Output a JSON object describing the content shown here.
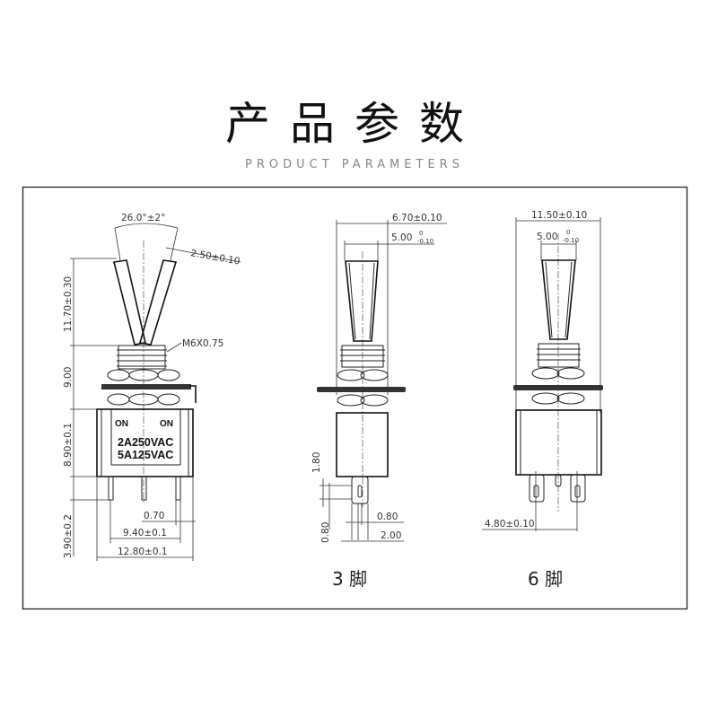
{
  "header": {
    "title": "产品参数",
    "subtitle": "PRODUCT PARAMETERS"
  },
  "side_view": {
    "angle": "26.0°±2°",
    "lever_width": "2.50±0.10",
    "thread": "M6X0.75",
    "lever_height": "11.70±0.30",
    "bushing_height": "9.00",
    "body_height": "8.90±0.1",
    "pin_length": "3.90±0.2",
    "pin_width": "0.70",
    "pin_spacing": "9.40±0.1",
    "body_width": "12.80±0.1",
    "marking_on_left": "ON",
    "marking_on_right": "ON",
    "rating_1": "2A250VAC",
    "rating_2": "5A125VAC"
  },
  "three_pin_view": {
    "width": "6.70±0.10",
    "lever_top": "5.00",
    "lever_tol_upper": "0",
    "lever_tol_lower": "-0.10",
    "hole_height": "1.80",
    "hole_dia_v": "0.80",
    "hole_dia_h": "0.80",
    "pin_width": "2.00",
    "label": "3 脚"
  },
  "six_pin_view": {
    "width": "11.50±0.10",
    "lever_top": "5.00",
    "lever_tol_upper": "0",
    "lever_tol_lower": "-0.10",
    "pin_spacing": "4.80±0.10",
    "label": "6 脚"
  }
}
